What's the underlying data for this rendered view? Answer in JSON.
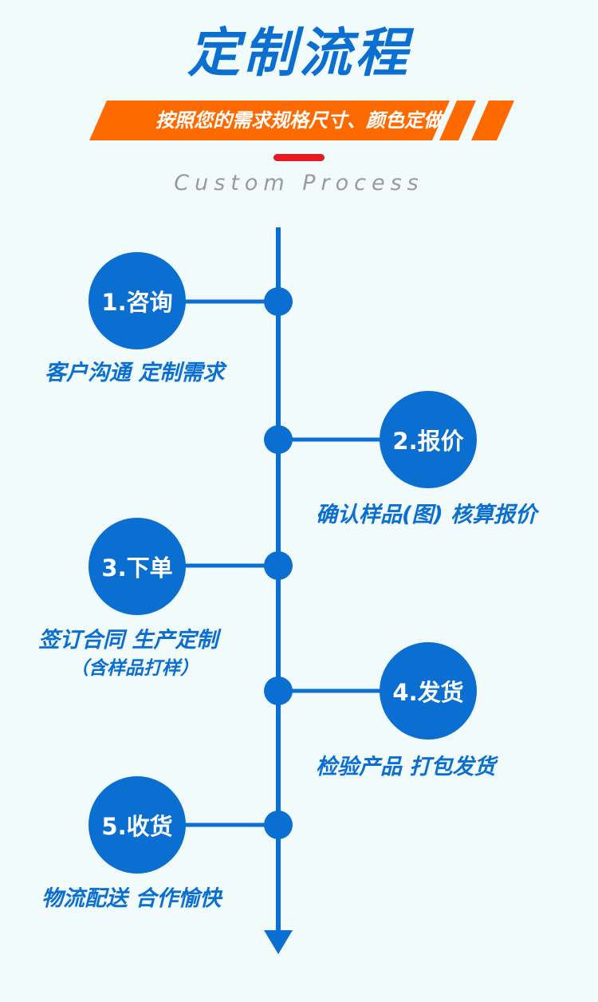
{
  "title": "定制流程",
  "banner": "按照您的需求规格尺寸、颜色定做",
  "subtitle": "Custom Process",
  "steps": [
    {
      "label": "1.咨询",
      "desc": "客户沟通 定制需求"
    },
    {
      "label": "2.报价",
      "desc": "确认样品(图) 核算报价"
    },
    {
      "label": "3.下单",
      "desc": "签订合同 生产定制",
      "desc2": "（含样品打样）"
    },
    {
      "label": "4.发货",
      "desc": "检验产品 打包发货"
    },
    {
      "label": "5.收货",
      "desc": "物流配送 合作愉快"
    }
  ],
  "colors": {
    "primary": "#0b6fd1",
    "orange": "#ff6a00",
    "red": "#e8191f",
    "background": "#f1fbfb"
  }
}
